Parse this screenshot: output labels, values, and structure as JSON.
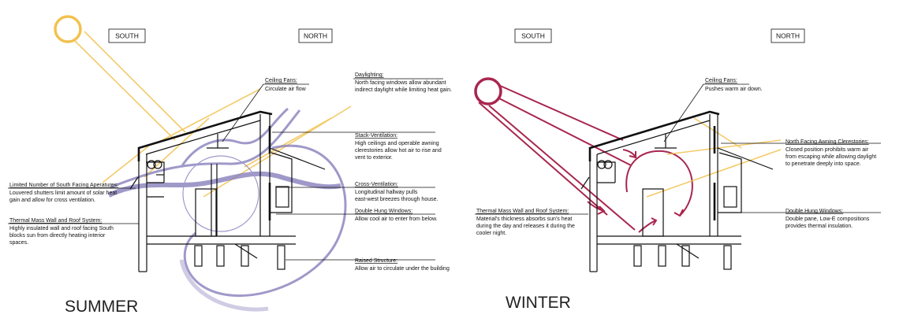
{
  "summer": {
    "season": "SUMMER",
    "south": "SOUTH",
    "north": "NORTH",
    "annotations": [
      {
        "title": "Ceiling Fans:",
        "lines": [
          "Circulate air flow"
        ]
      },
      {
        "title": "Daylighting:",
        "lines": [
          "North facing windows allow abundant",
          "indirect daylight while limiting heat gain."
        ]
      },
      {
        "title": "Stack-Ventilation:",
        "lines": [
          "High ceilings and operable awning",
          "clerestories allow hot air to rise and",
          "vent to exterior."
        ]
      },
      {
        "title": "Limited Number of South Facing Aperatures:",
        "lines": [
          "Louvered shutters limit amount of solar heat",
          "gain and allow for cross ventilation."
        ]
      },
      {
        "title": "Cross-Ventilation:",
        "lines": [
          "Longitudinal hallway pulls",
          "east-west breezes through house."
        ]
      },
      {
        "title": "Thermal Mass Wall and Roof System:",
        "lines": [
          "Highly insulated wall and roof facing South",
          "blocks sun from directly heating interior",
          "spaces."
        ]
      },
      {
        "title": "Double Hung Windows:",
        "lines": [
          "Allow cool air to enter from below."
        ]
      },
      {
        "title": "Raised Structure:",
        "lines": [
          "Allow air to circulate under the building"
        ]
      }
    ]
  },
  "winter": {
    "season": "WINTER",
    "south": "SOUTH",
    "north": "NORTH",
    "annotations": [
      {
        "title": "Ceiling Fans:",
        "lines": [
          "Pushes warm air down."
        ]
      },
      {
        "title": "North Facing Awning Clerestories:",
        "lines": [
          "Closed position prohibits warm air",
          "from escaping while allowing daylight",
          "to penetrate deeply into space."
        ]
      },
      {
        "title": "Thermal Mass Wall and Roof System:",
        "lines": [
          "Material's thickness absorbs sun's heat",
          "during the day and releases it during the",
          "cooler night."
        ]
      },
      {
        "title": "Double Hung Windows:",
        "lines": [
          "Double pane, Low-E compositions",
          "provides thermal insulation."
        ]
      }
    ]
  },
  "colors": {
    "summer_sun": "#f2c14e",
    "summer_air": "#7f78b8",
    "winter_sun": "#a8264f",
    "line": "#111111"
  }
}
